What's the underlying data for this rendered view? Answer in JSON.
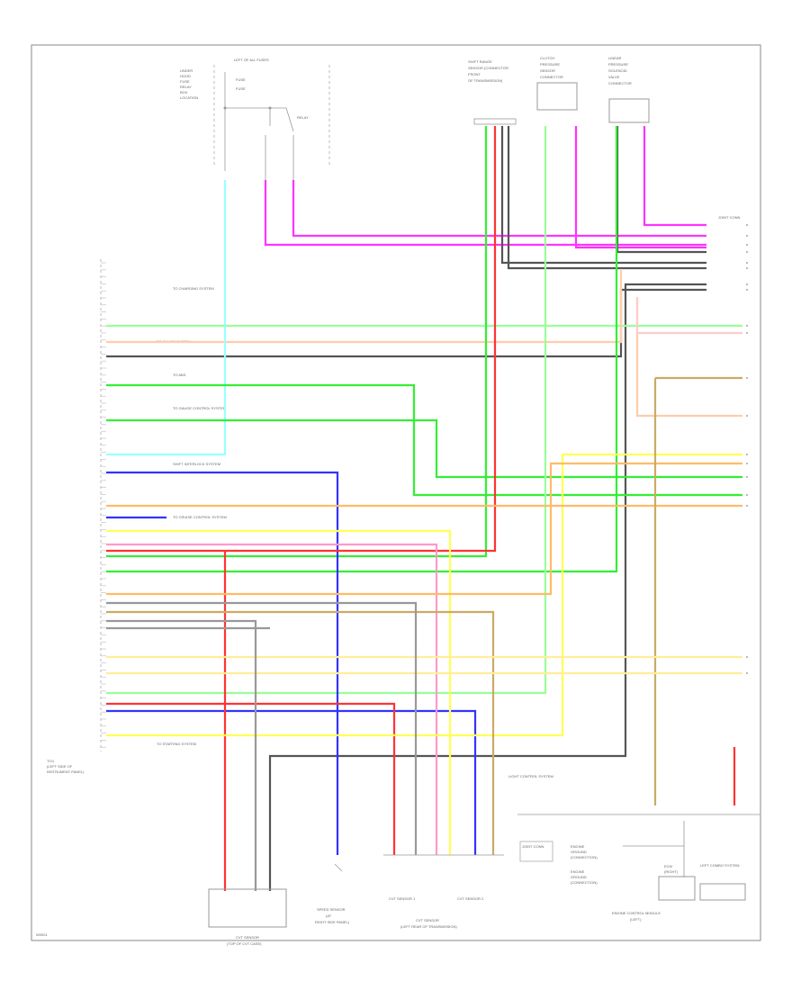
{
  "diagram": {
    "footer_code": "W0001",
    "colors": {
      "magenta": "#ff33ff",
      "green": "#33ee33",
      "light_green": "#99ff99",
      "red": "#ff3333",
      "pink": "#ff99cc",
      "blue": "#3333ff",
      "cyan": "#99ffff",
      "yellow": "#ffff55",
      "orange": "#ffbb66",
      "peach": "#ffccaa",
      "dark_gray": "#555555",
      "gray": "#999999",
      "tan": "#ccaa66",
      "pale_yellow": "#ffee99",
      "light_pink": "#ffcccc"
    },
    "left_module": {
      "title_lines": [
        "TCU",
        "(LEFT SIDE OF",
        "INSTRUMENT PANEL)"
      ]
    },
    "bottom_labels": {
      "sensor_left": [
        "CVT SENSOR",
        "(TOP OF CVT CASE)"
      ],
      "sensor_center": [
        "SPEED SENSOR",
        "(AT",
        "RIGHT SIDE PANEL)"
      ],
      "sensor_right_a": "CVT SENSOR 1",
      "sensor_right_b": "CVT SENSOR 2",
      "sensor_right_caption": [
        "CVT SENSOR",
        "(LEFT REAR OF TRANSMISSION)"
      ],
      "ground_right": [
        "ENGINE",
        "GROUND",
        "(CONNECTION)"
      ],
      "ground_right_2": [
        "ENGINE",
        "GROUND",
        "(CONNECTION)"
      ],
      "ecm_label": [
        "ECM",
        "(RIGHT)"
      ],
      "engine_control_caption": [
        "ENGINE CONTROL MODULE",
        "(LEFT)"
      ],
      "right_block_label": "LEFT COMBO SYSTEM",
      "small_box_label": "JOINT CONN"
    },
    "top_labels": {
      "fuse_box": [
        "LEFT OF ALL FUSES",
        "FUSE",
        "FUSE",
        "RELAY"
      ],
      "fuse_left_text": [
        "UNDER",
        "HOOD",
        "FUSE",
        "RELAY",
        "BOX",
        "LOCATION"
      ],
      "sensor_top_a": [
        "SHIFT RANGE",
        "SENSOR (CONNECTOR",
        "FRONT",
        "OF TRANSMISSION)"
      ],
      "sensor_top_b": [
        "CLUTCH",
        "PRESSURE",
        "SENSOR",
        "CONNECTOR"
      ],
      "sensor_top_c": [
        "LINEAR",
        "PRESSURE",
        "SOLENOID",
        "VALVE",
        "CONNECTOR"
      ],
      "right_connector": "JOINT CONN"
    },
    "side_notes": {
      "to_dash": "TO CHARGING SYSTEM",
      "to_abs": "TO ABS",
      "to_cluster": "TO GAUGE CONTROL SYSTEM",
      "to_shift": "SHIFT INTERLOCK SYSTEM",
      "to_starting": "TO STARTING SYSTEM",
      "to_cruise": "TO CRUISE CONTROL SYSTEM",
      "to_gauge": "TO GAUGE SYSTEM",
      "to_light": "LIGHT CONTROL SYSTEM"
    }
  }
}
